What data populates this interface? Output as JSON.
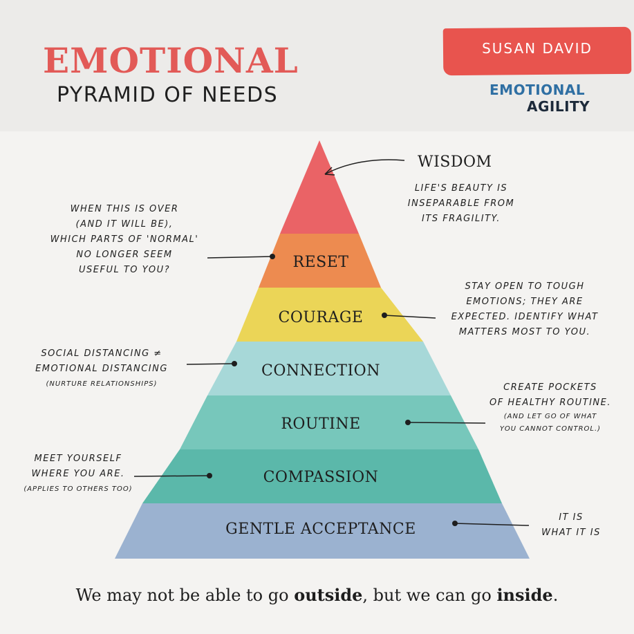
{
  "header": {
    "title": "EMOTIONAL",
    "subtitle": "PYRAMID OF NEEDS",
    "author": "SUSAN DAVID",
    "brand_line1": "EMOTIONAL",
    "brand_line2": "AGILITY"
  },
  "levels": [
    {
      "name": "WISDOM",
      "color": "#e8575a"
    },
    {
      "name": "RESET",
      "color": "#ec8242"
    },
    {
      "name": "COURAGE",
      "color": "#e9d24a"
    },
    {
      "name": "CONNECTION",
      "color": "#9fd6d6"
    },
    {
      "name": "ROUTINE",
      "color": "#6bc3b6"
    },
    {
      "name": "COMPASSION",
      "color": "#4db3a4"
    },
    {
      "name": "GENTLE ACCEPTANCE",
      "color": "#92adcd"
    }
  ],
  "notes": {
    "wisdom": [
      "LIFE'S BEAUTY IS",
      "INSEPARABLE FROM",
      "ITS FRAGILITY."
    ],
    "reset": [
      "WHEN THIS IS OVER",
      "(AND IT WILL BE),",
      "WHICH PARTS OF 'NORMAL'",
      "NO LONGER SEEM",
      "USEFUL TO YOU?"
    ],
    "courage": [
      "STAY OPEN TO TOUGH",
      "EMOTIONS; THEY ARE",
      "EXPECTED. IDENTIFY WHAT",
      "MATTERS MOST TO YOU."
    ],
    "connection": [
      "SOCIAL DISTANCING ≠",
      "EMOTIONAL DISTANCING"
    ],
    "connection_small": "(NURTURE RELATIONSHIPS)",
    "routine": [
      "CREATE POCKETS",
      "OF HEALTHY ROUTINE."
    ],
    "routine_small": [
      "(AND LET GO OF WHAT",
      "YOU CANNOT CONTROL.)"
    ],
    "compassion": [
      "MEET YOURSELF",
      "WHERE YOU ARE."
    ],
    "compassion_small": "(APPLIES TO OTHERS TOO)",
    "acceptance": [
      "IT IS",
      "WHAT IT IS"
    ]
  },
  "footer": {
    "part1": "We may not be able to go ",
    "bold1": "outside",
    "part2": ", but we can go ",
    "bold2": "inside",
    "part3": "."
  }
}
